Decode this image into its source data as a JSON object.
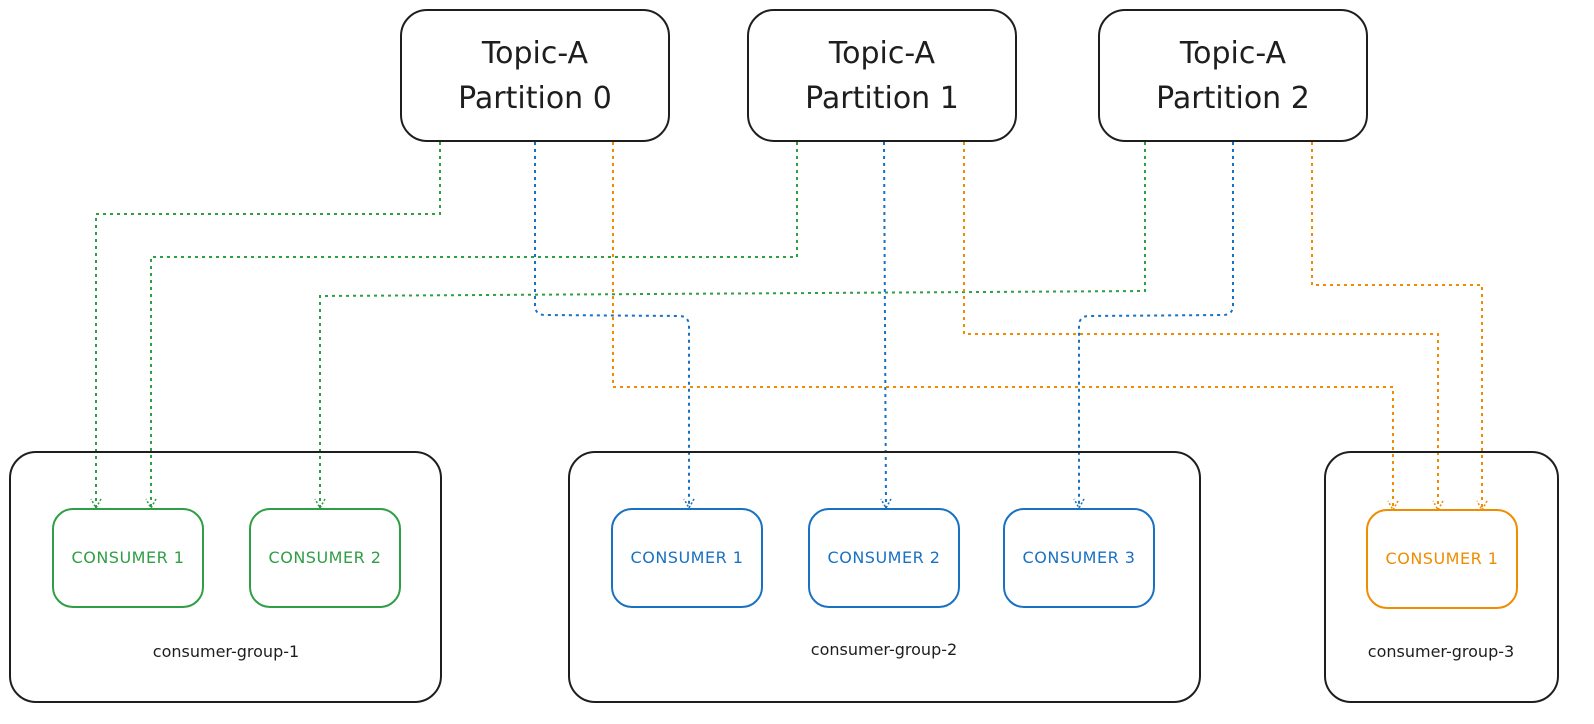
{
  "colors": {
    "stroke": "#1e1e1e",
    "green": "#2f9e44",
    "blue": "#1971c2",
    "orange": "#f08c00"
  },
  "partitions": [
    {
      "line1": "Topic-A",
      "line2": "Partition 0"
    },
    {
      "line1": "Topic-A",
      "line2": "Partition 1"
    },
    {
      "line1": "Topic-A",
      "line2": "Partition 2"
    }
  ],
  "groups": [
    {
      "label": "consumer-group-1",
      "color": "#2f9e44",
      "consumers": [
        "CONSUMER 1",
        "CONSUMER 2"
      ]
    },
    {
      "label": "consumer-group-2",
      "color": "#1971c2",
      "consumers": [
        "CONSUMER 1",
        "CONSUMER 2",
        "CONSUMER 3"
      ]
    },
    {
      "label": "consumer-group-3",
      "color": "#f08c00",
      "consumers": [
        "CONSUMER 1"
      ]
    }
  ],
  "connections": [
    {
      "from_partition": 0,
      "to_group": 0,
      "to_consumer": 0
    },
    {
      "from_partition": 1,
      "to_group": 0,
      "to_consumer": 0
    },
    {
      "from_partition": 2,
      "to_group": 0,
      "to_consumer": 1
    },
    {
      "from_partition": 0,
      "to_group": 1,
      "to_consumer": 0
    },
    {
      "from_partition": 1,
      "to_group": 1,
      "to_consumer": 1
    },
    {
      "from_partition": 2,
      "to_group": 1,
      "to_consumer": 2
    },
    {
      "from_partition": 0,
      "to_group": 2,
      "to_consumer": 0
    },
    {
      "from_partition": 1,
      "to_group": 2,
      "to_consumer": 0
    },
    {
      "from_partition": 2,
      "to_group": 2,
      "to_consumer": 0
    }
  ]
}
